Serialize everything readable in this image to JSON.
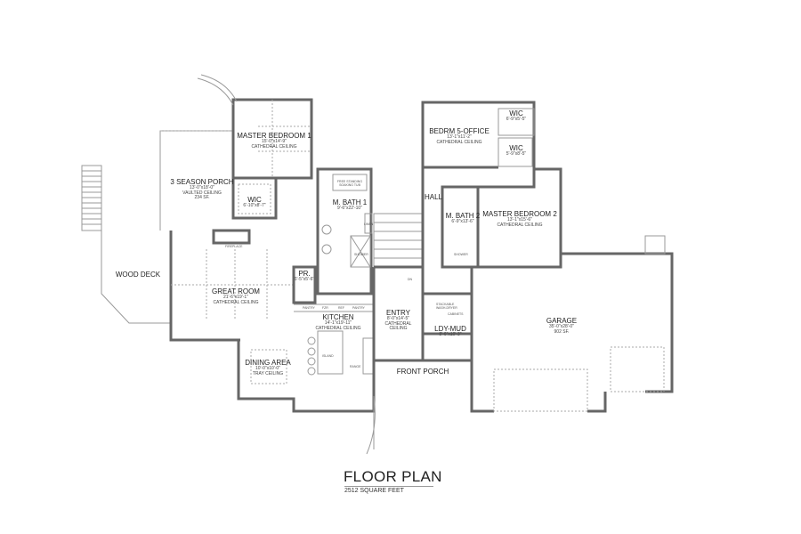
{
  "title": "FLOOR PLAN",
  "subtitle": "2512 SQUARE FEET",
  "rooms": {
    "master_bedroom_1": {
      "name": "MASTER BEDROOM 1",
      "dim": "15'-0\"x14'-9\"",
      "note": "CATHEDRAL CEILING"
    },
    "three_season_porch": {
      "name": "3 SEASON PORCH",
      "dim": "13'-0\"x18'-0\"",
      "note": "VAULTED CEILING",
      "area": "234 SF."
    },
    "wic_1": {
      "name": "WIC",
      "dim": "6'-10\"x8'-7\""
    },
    "m_bath_1": {
      "name": "M. BATH 1",
      "dim": "9'-6\"x22'-10\""
    },
    "pr": {
      "name": "PR.",
      "dim": "6'-5\"x5'-6\""
    },
    "great_room": {
      "name": "GREAT ROOM",
      "dim": "21'-6\"x19'-1\"",
      "note": "CATHEDRAL CEILING"
    },
    "wood_deck": {
      "name": "WOOD DECK"
    },
    "kitchen": {
      "name": "KITCHEN",
      "dim": "14'-1\"x19'-11\"",
      "note": "CATHEDRAL CEILING"
    },
    "dining_area": {
      "name": "DINING AREA",
      "dim": "10'-0\"x10'-0\"",
      "note": "TRAY CEILING"
    },
    "entry": {
      "name": "ENTRY",
      "dim": "8'-0\"x14'-5\"",
      "note": "CATHEDRAL",
      "note2": "CEILING"
    },
    "front_porch": {
      "name": "FRONT PORCH"
    },
    "ldy_mud": {
      "name": "LDY-MUD",
      "dim": "8'-6\"x10'-3\""
    },
    "bedrm_5_office": {
      "name": "BEDRM 5-OFFICE",
      "dim": "13'-1\"x11'-2\"",
      "note": "CATHEDRAL CEILING"
    },
    "wic_2": {
      "name": "WIC",
      "dim": "6'-9\"x5'-5\""
    },
    "wic_3": {
      "name": "WIC",
      "dim": "5'-9\"x8'-5\""
    },
    "hall": {
      "name": "HALL"
    },
    "m_bath_2": {
      "name": "M. BATH 2",
      "dim": "6'-9\"x13'-6\""
    },
    "master_bedroom_2": {
      "name": "MASTER BEDROOM 2",
      "dim": "13'-1\"x15'-6\"",
      "note": "CATHEDRAL CEILING"
    },
    "garage": {
      "name": "GARAGE",
      "dim": "35'-0\"x28'-0\"",
      "note": "902 SF."
    }
  },
  "fixtures": {
    "tub": "FREE STANDING SOAKING TUB",
    "linen": "LINEN",
    "shower_1": "SHOWER",
    "shower_2": "SHOWER",
    "fireplace": "FIREPLACE",
    "pantry_1": "PANTRY",
    "fzr": "FZR",
    "ref": "REF",
    "pantry_2": "PANTRY",
    "island": "ISLAND",
    "range": "RANGE",
    "stackable": "STACKABLE WASH-DRYER",
    "cabinets": "CABINETS",
    "dn": "DN"
  }
}
